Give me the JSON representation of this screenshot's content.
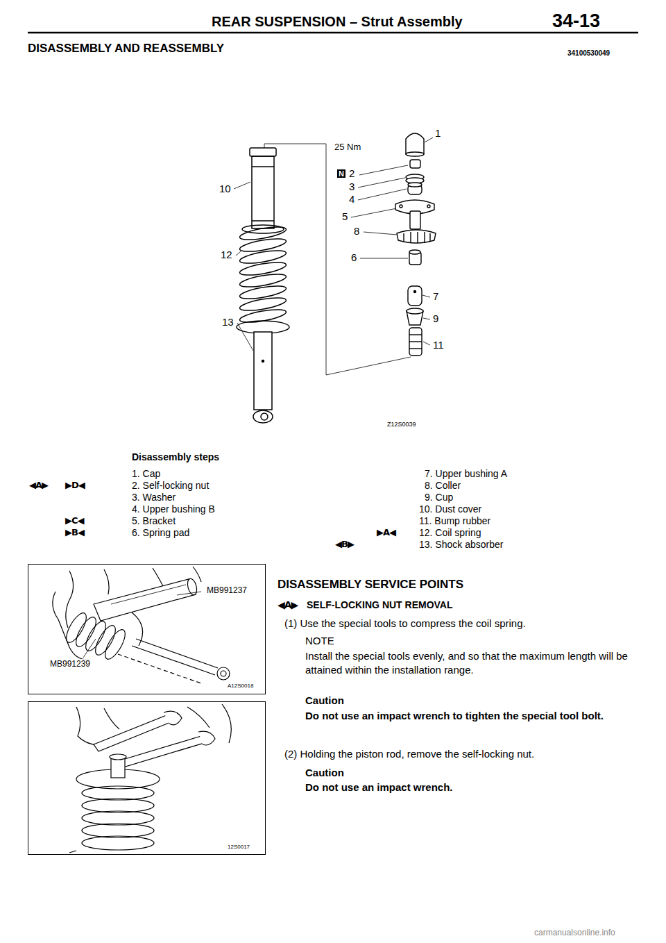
{
  "diagram": {
    "title": "REAR SUSPENSION – Strut Assembly",
    "nodes": [
      {
        "text": [
          "MB991237",
          "MB991239",
          "A12S0018"
        ]
      },
      {
        "text": [
          "12S0017"
        ]
      }
    ],
    "labels": [
      "34-13",
      "DISASSEMBLY AND REASSEMBLY",
      "34100530049",
      "1",
      "25 Nm",
      "N",
      "2",
      "3",
      "4",
      "5",
      "8",
      "6",
      "7",
      "9",
      "11",
      "10",
      "12",
      "13",
      "Z12S0039",
      "Disassembly steps",
      "1. Cap",
      "2. Self-locking nut",
      "3. Washer",
      "4. Upper bushing B",
      "5. Bracket",
      "6. Spring pad",
      "7. Upper bushing A",
      "8. Coller",
      "9. Cup",
      "10. Dust cover",
      "11. Bump rubber",
      "12. Coil spring",
      "13. Shock absorber",
      "◀A▶",
      "▶D◀",
      "▶C◀",
      "▶B◀",
      "▶A◀",
      "◀B▶",
      "DISASSEMBLY SERVICE POINTS",
      "◀A▶",
      "SELF-LOCKING NUT REMOVAL",
      "(1) Use the special tools to compress the coil spring.",
      "NOTE",
      "Install the special tools evenly, and so that the maximum length will be attained within the installation range.",
      "Caution",
      "Do not use an impact wrench to tighten the special tool bolt.",
      "(2) Holding the piston rod, remove the self-locking nut.",
      "Caution",
      "Do not use an impact wrench.",
      "carmanualsonline.info"
    ]
  }
}
